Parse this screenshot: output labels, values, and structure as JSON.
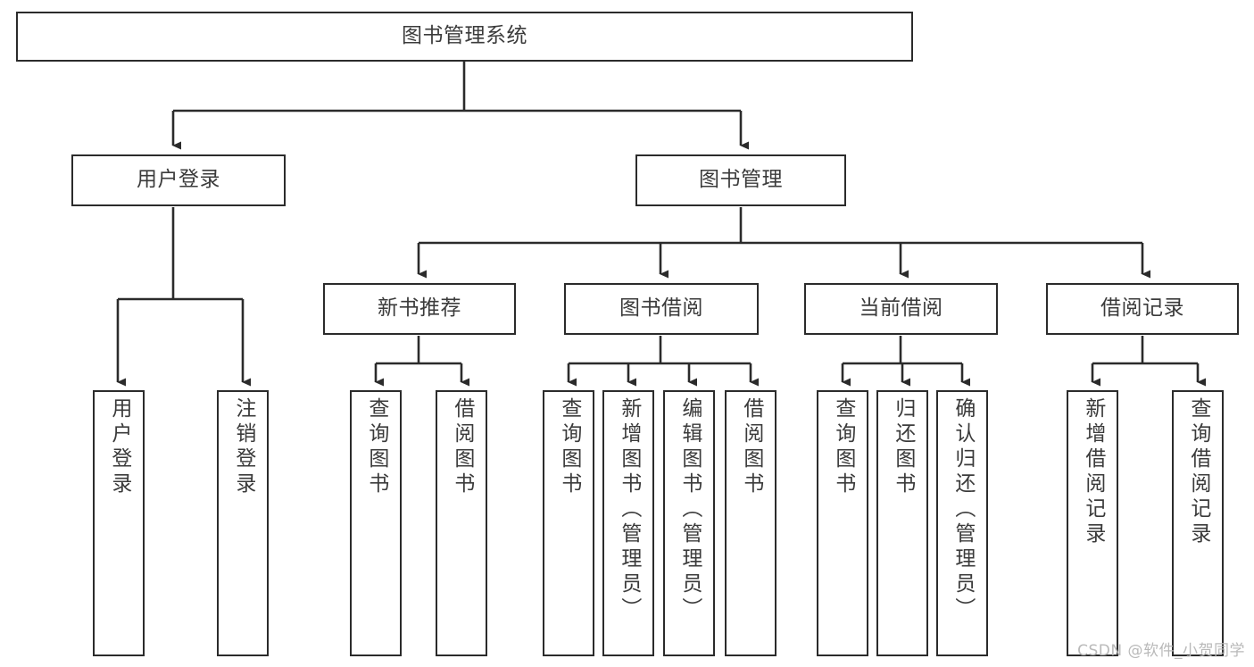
{
  "diagram": {
    "title": "图书管理系统",
    "type": "tree",
    "orientation": "top-down",
    "line_color": "#2b2b2b",
    "box_fill": "#ffffff",
    "text_color": "#3b3b3b",
    "nodes": {
      "root": {
        "label": "图书管理系统"
      },
      "level2": [
        {
          "id": "user-login",
          "label": "用户登录"
        },
        {
          "id": "book-manage",
          "label": "图书管理"
        }
      ],
      "level3": [
        {
          "id": "new-book-recommend",
          "label": "新书推荐"
        },
        {
          "id": "book-borrow",
          "label": "图书借阅"
        },
        {
          "id": "current-borrow",
          "label": "当前借阅"
        },
        {
          "id": "borrow-record",
          "label": "借阅记录"
        }
      ],
      "leaves": {
        "user-login": [
          {
            "id": "leaf-user-login",
            "label": "用户登录"
          },
          {
            "id": "leaf-logout",
            "label": "注销登录"
          }
        ],
        "new-book-recommend": [
          {
            "id": "leaf-query-book-1",
            "label": "查询图书"
          },
          {
            "id": "leaf-borrow-book-1",
            "label": "借阅图书"
          }
        ],
        "book-borrow": [
          {
            "id": "leaf-query-book-2",
            "label": "查询图书"
          },
          {
            "id": "leaf-add-book",
            "label": "新增图书（管理员）"
          },
          {
            "id": "leaf-edit-book",
            "label": "编辑图书（管理员）"
          },
          {
            "id": "leaf-borrow-book-2",
            "label": "借阅图书"
          }
        ],
        "current-borrow": [
          {
            "id": "leaf-query-book-3",
            "label": "查询图书"
          },
          {
            "id": "leaf-return-book",
            "label": "归还图书"
          },
          {
            "id": "leaf-confirm-return",
            "label": "确认归还（管理员）"
          }
        ],
        "borrow-record": [
          {
            "id": "leaf-add-record",
            "label": "新增借阅记录"
          },
          {
            "id": "leaf-query-record",
            "label": "查询借阅记录"
          }
        ]
      }
    }
  },
  "watermark": {
    "text": "CSDN @软件_小贺同学"
  }
}
